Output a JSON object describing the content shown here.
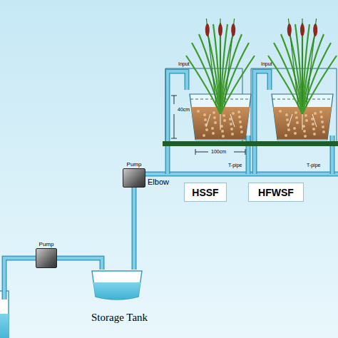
{
  "diagram": {
    "nodes": [
      {
        "text": [
          "Pump"
        ]
      },
      {
        "text": [
          "Storage Tank"
        ]
      },
      {
        "text": [
          "Pump"
        ]
      },
      {
        "text": [
          "HSSF"
        ]
      },
      {
        "text": [
          "HFWSF"
        ]
      }
    ],
    "edges": [
      {
        "from": 0,
        "to": 1,
        "arrow": "none"
      },
      {
        "from": 1,
        "to": 2,
        "arrow": "none"
      }
    ],
    "labels": [
      "Elbow",
      "Input",
      "Input",
      "40cm",
      "100cm",
      "T-pipe",
      "T-pipe"
    ]
  }
}
